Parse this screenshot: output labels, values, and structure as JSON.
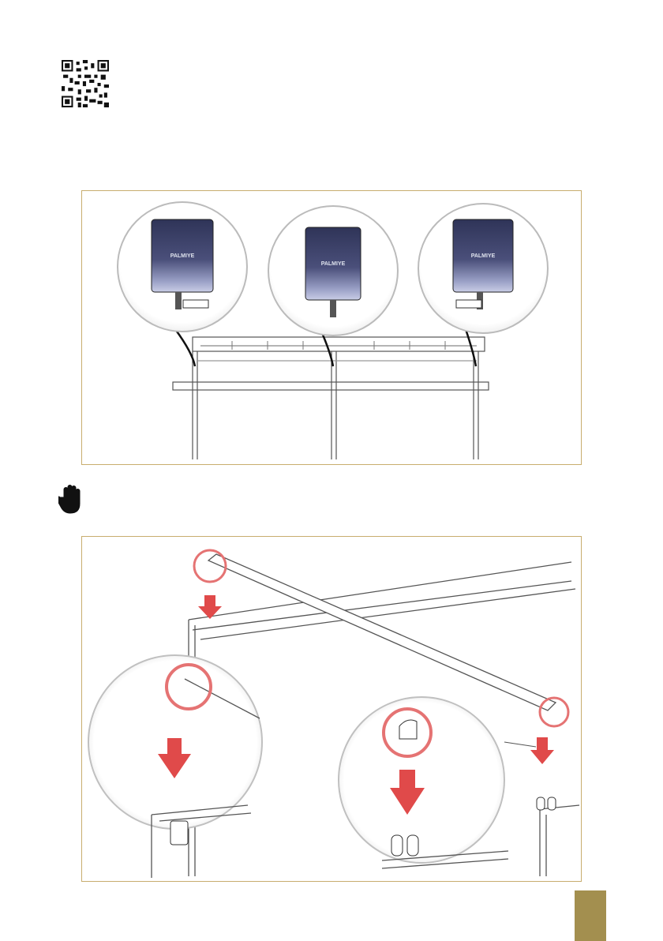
{
  "qr_code": {
    "icon": "qr-code-icon"
  },
  "figure_1": {
    "motor_brand": "PALMIYE",
    "callouts": [
      {
        "brand": "PALMIYE",
        "tag": ""
      },
      {
        "brand": "PALMIYE",
        "tag": null
      },
      {
        "brand": "PALMIYE",
        "tag": ""
      }
    ]
  },
  "warning": {
    "icon": "stop-hand-icon"
  },
  "figure_2": {
    "arrow_color": "#e04a4a",
    "highlight_color": "#e57373"
  },
  "page_tab": {
    "color": "#a38f4f"
  },
  "colors": {
    "frame_border": "#c8ad6e",
    "motor_body": "#4a4f7a"
  }
}
